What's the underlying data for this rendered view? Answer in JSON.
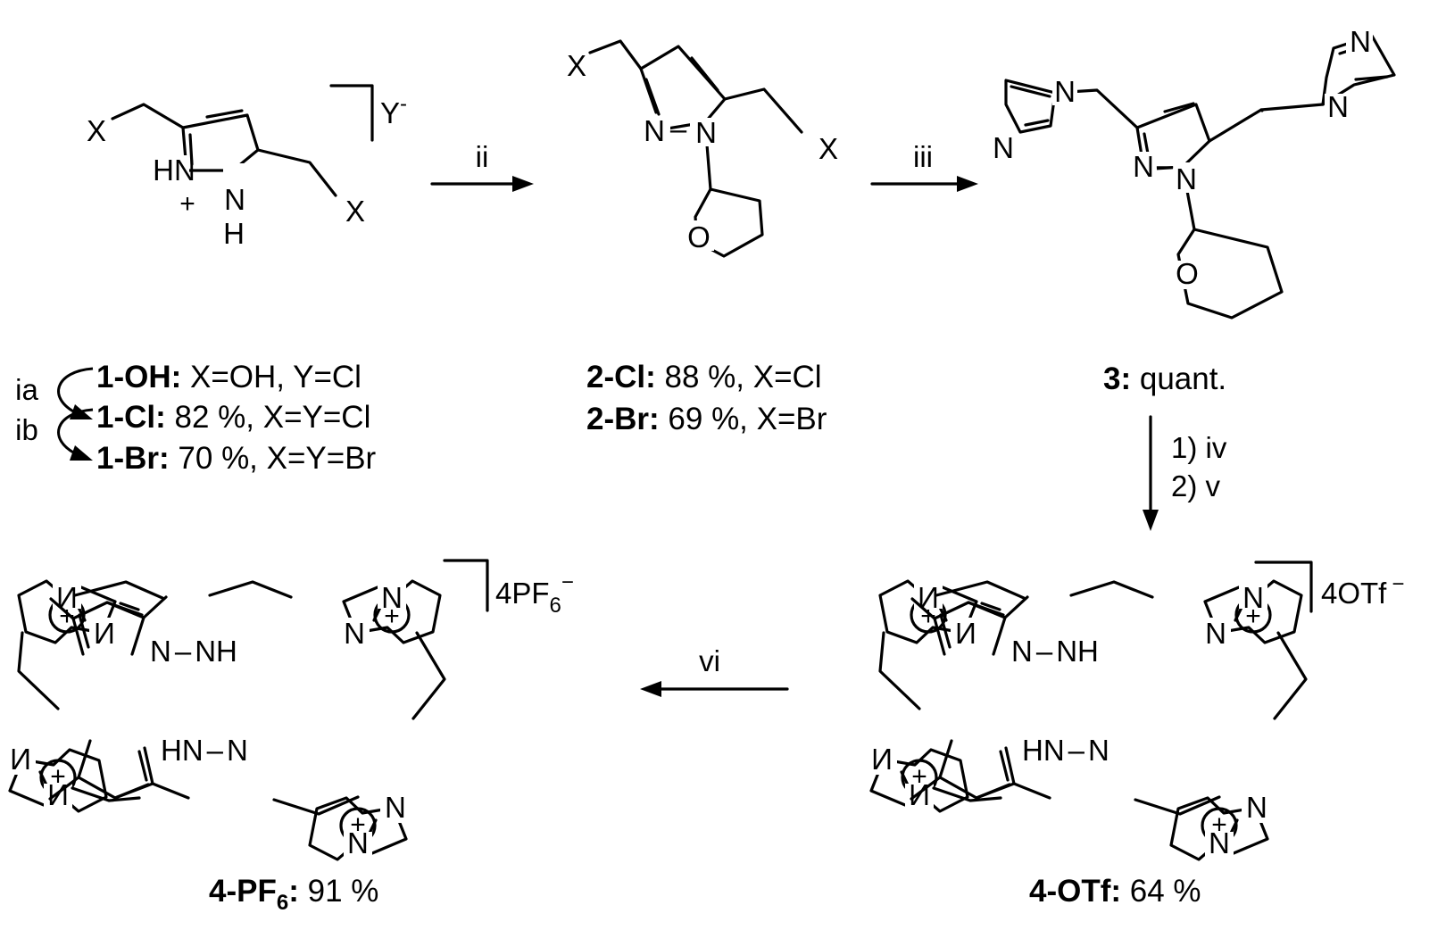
{
  "compound_1": {
    "substituent_left": "X",
    "substituent_right": "X",
    "nh_left": "HN",
    "n_right": "N",
    "h_right": "H",
    "ring_charge": "+",
    "counter_ion": "Y",
    "counter_ion_charge": "-",
    "variants": [
      {
        "id": "1-OH:",
        "text": " X=OH, Y=Cl"
      },
      {
        "id": "1-Cl:",
        "text": " 82 %, X=Y=Cl"
      },
      {
        "id": "1-Br:",
        "text": " 70 %, X=Y=Br"
      }
    ]
  },
  "compound_2": {
    "substituent_left": "X",
    "substituent_right": "X",
    "n_upper": "N",
    "n_lower": "N",
    "thp_oxygen": "O",
    "variants": [
      {
        "id": "2-Cl:",
        "text": " 88 %, X=Cl"
      },
      {
        "id": "2-Br:",
        "text": " 69 %, X=Br"
      }
    ]
  },
  "compound_3": {
    "imidazole_atoms": [
      "N",
      "N",
      "N",
      "N"
    ],
    "pyrazole_atoms": [
      "N",
      "N"
    ],
    "thp_oxygen": "O",
    "label_id": "3:",
    "label_text": " quant."
  },
  "compound_4_otf": {
    "counter_ion": "4OTf",
    "counter_ion_charge": "−",
    "label_id": "4-OTf:",
    "label_text": " 64 %"
  },
  "compound_4_pf6": {
    "counter_ion": "4PF",
    "counter_ion_subscript": "6",
    "counter_ion_charge": "−",
    "label_id": "4-PF",
    "label_id_subscript": "6",
    "label_id_suffix": ":",
    "label_text": " 91 %"
  },
  "macrocycle_atoms": {
    "n": "N",
    "nh": "NH",
    "hn": "HN",
    "dash": "–",
    "ring_charge": "+"
  },
  "steps": {
    "ia": "ia",
    "ib": "ib",
    "ii": "ii",
    "iii": "iii",
    "iv": "1) iv",
    "v": "2) v",
    "vi": "vi"
  }
}
